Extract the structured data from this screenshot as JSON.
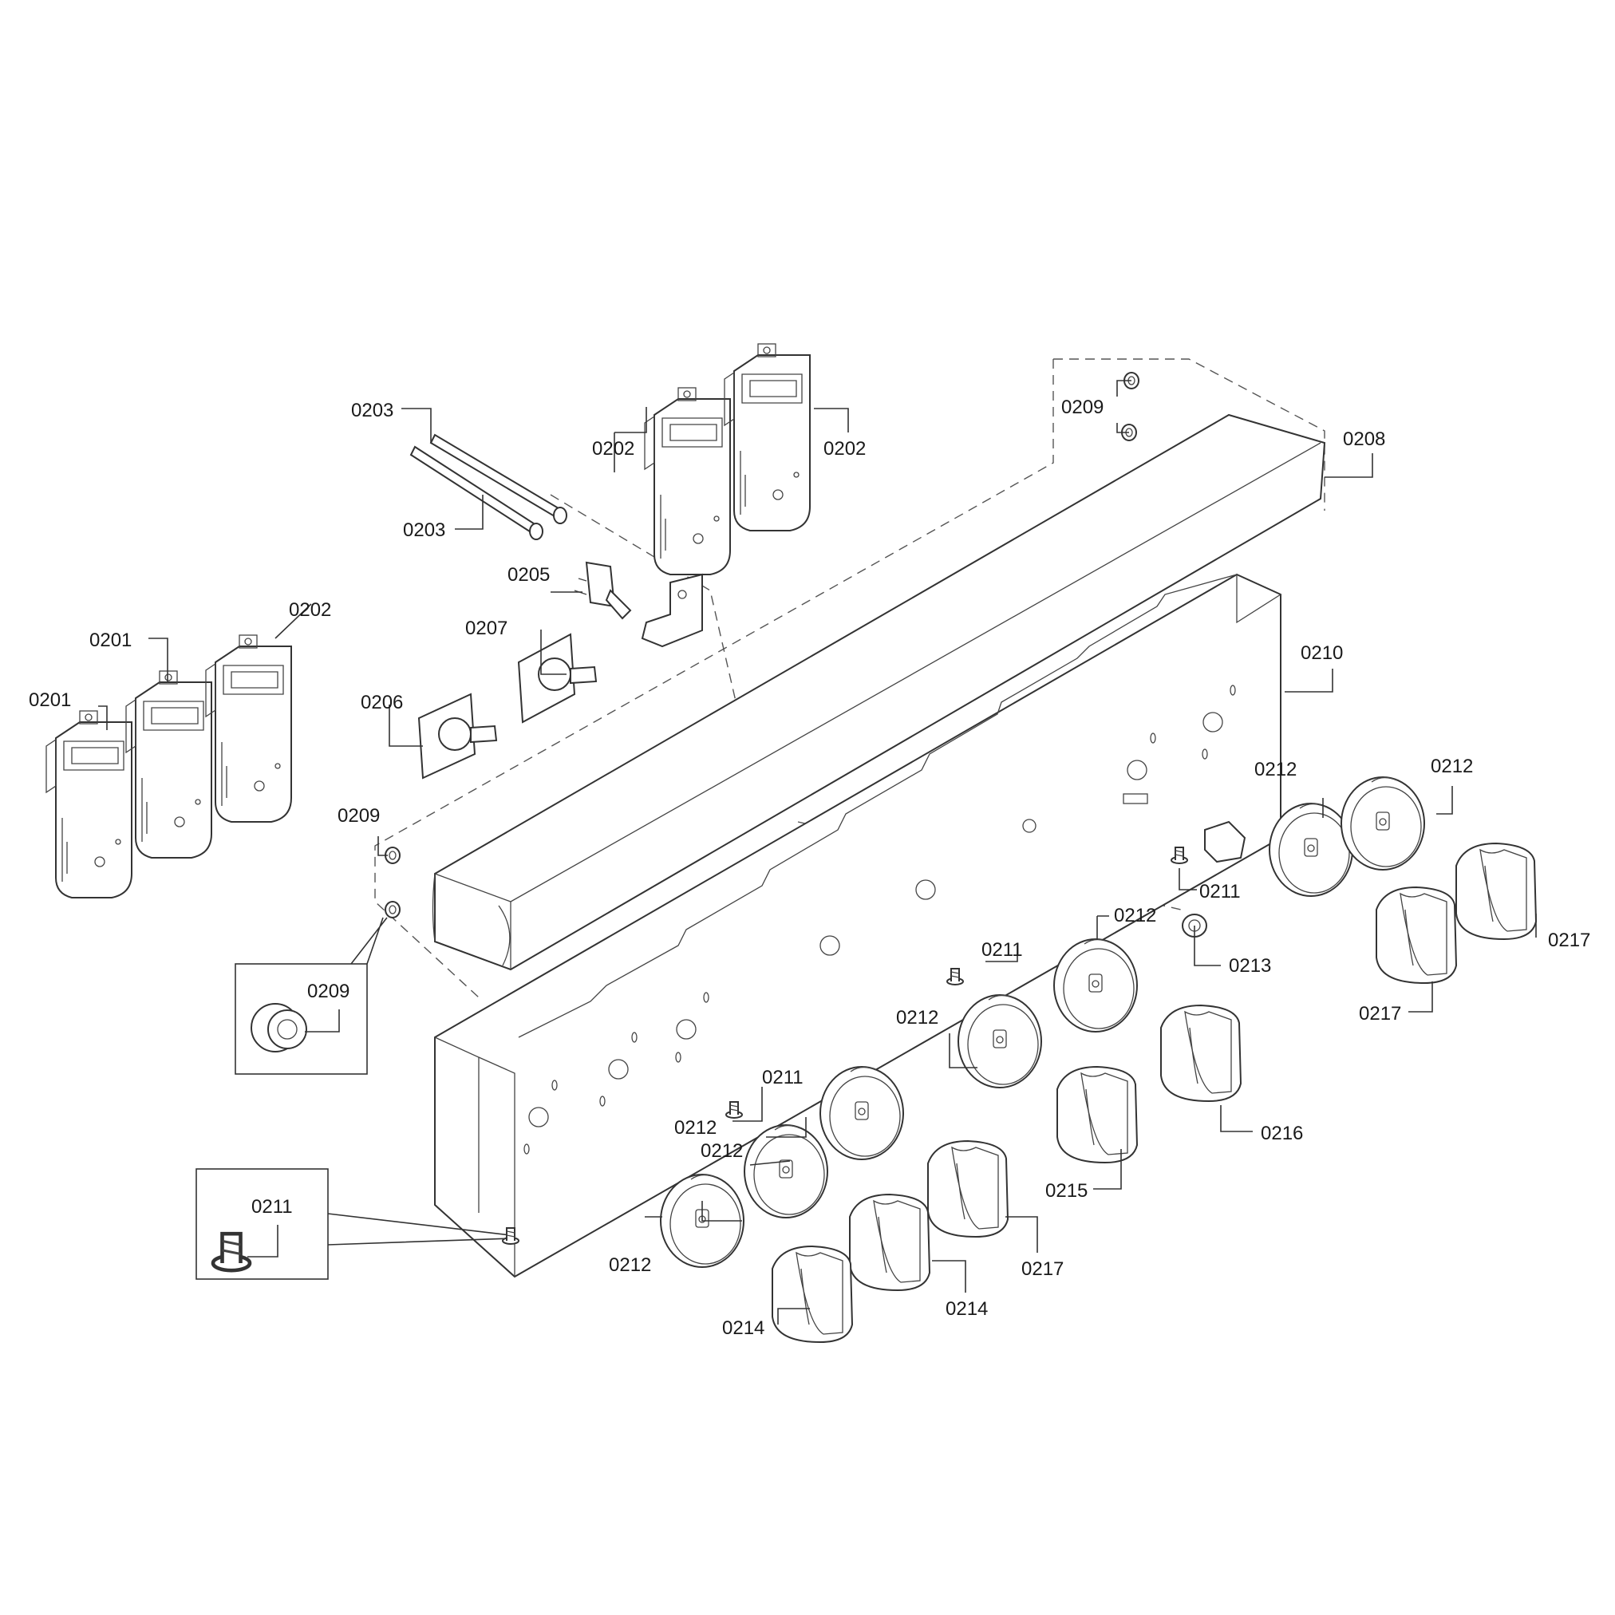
{
  "diagram": {
    "callouts": [
      "0201",
      "0201",
      "0202",
      "0202",
      "0202",
      "0203",
      "0203",
      "0205",
      "0206",
      "0207",
      "0208",
      "0209",
      "0209",
      "0209",
      "0210",
      "0211",
      "0211",
      "0211",
      "0211",
      "0212",
      "0212",
      "0212",
      "0212",
      "0212",
      "0212",
      "0212",
      "0213",
      "0214",
      "0214",
      "0215",
      "0216",
      "0217",
      "0217",
      "0217"
    ]
  }
}
